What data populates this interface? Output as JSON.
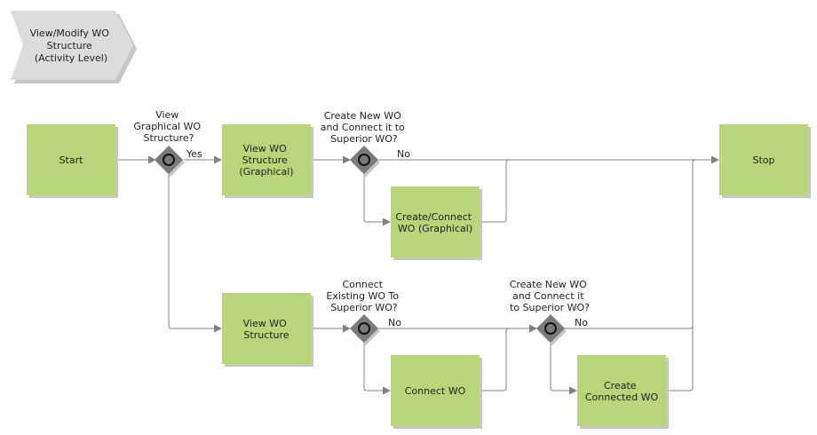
{
  "header": {
    "title_lines": [
      "View/Modify WO",
      "Structure",
      "(Activity Level)"
    ]
  },
  "nodes": {
    "start": [
      "Start"
    ],
    "view_graphical": [
      "View WO",
      "Structure",
      "(Graphical)"
    ],
    "create_connect_graphical": [
      "Create/Connect",
      "WO (Graphical)"
    ],
    "stop": [
      "Stop"
    ],
    "view_structure": [
      "View WO",
      "Structure"
    ],
    "connect_wo": [
      "Connect WO"
    ],
    "create_connected_wo": [
      "Create",
      "Connected WO"
    ]
  },
  "gateways": {
    "g1": [
      "View",
      "Graphical WO",
      "Structure?"
    ],
    "g2": [
      "Create New WO",
      "and Connect it to",
      "Superior WO?"
    ],
    "g3": [
      "Connect",
      "Existing WO To",
      "Superior WO?"
    ],
    "g4": [
      "Create New WO",
      "and Connect it",
      "to Superior WO?"
    ]
  },
  "flow_labels": {
    "g1_yes": "Yes",
    "g2_no": "No",
    "g3_no": "No",
    "g4_no": "No"
  },
  "colors": {
    "task_fill": "#b9d57a",
    "task_shadow": "#c6c6c6",
    "header_fill": "#dcdcdc",
    "gateway_fill": "#7a7a7a",
    "line": "#808080"
  }
}
